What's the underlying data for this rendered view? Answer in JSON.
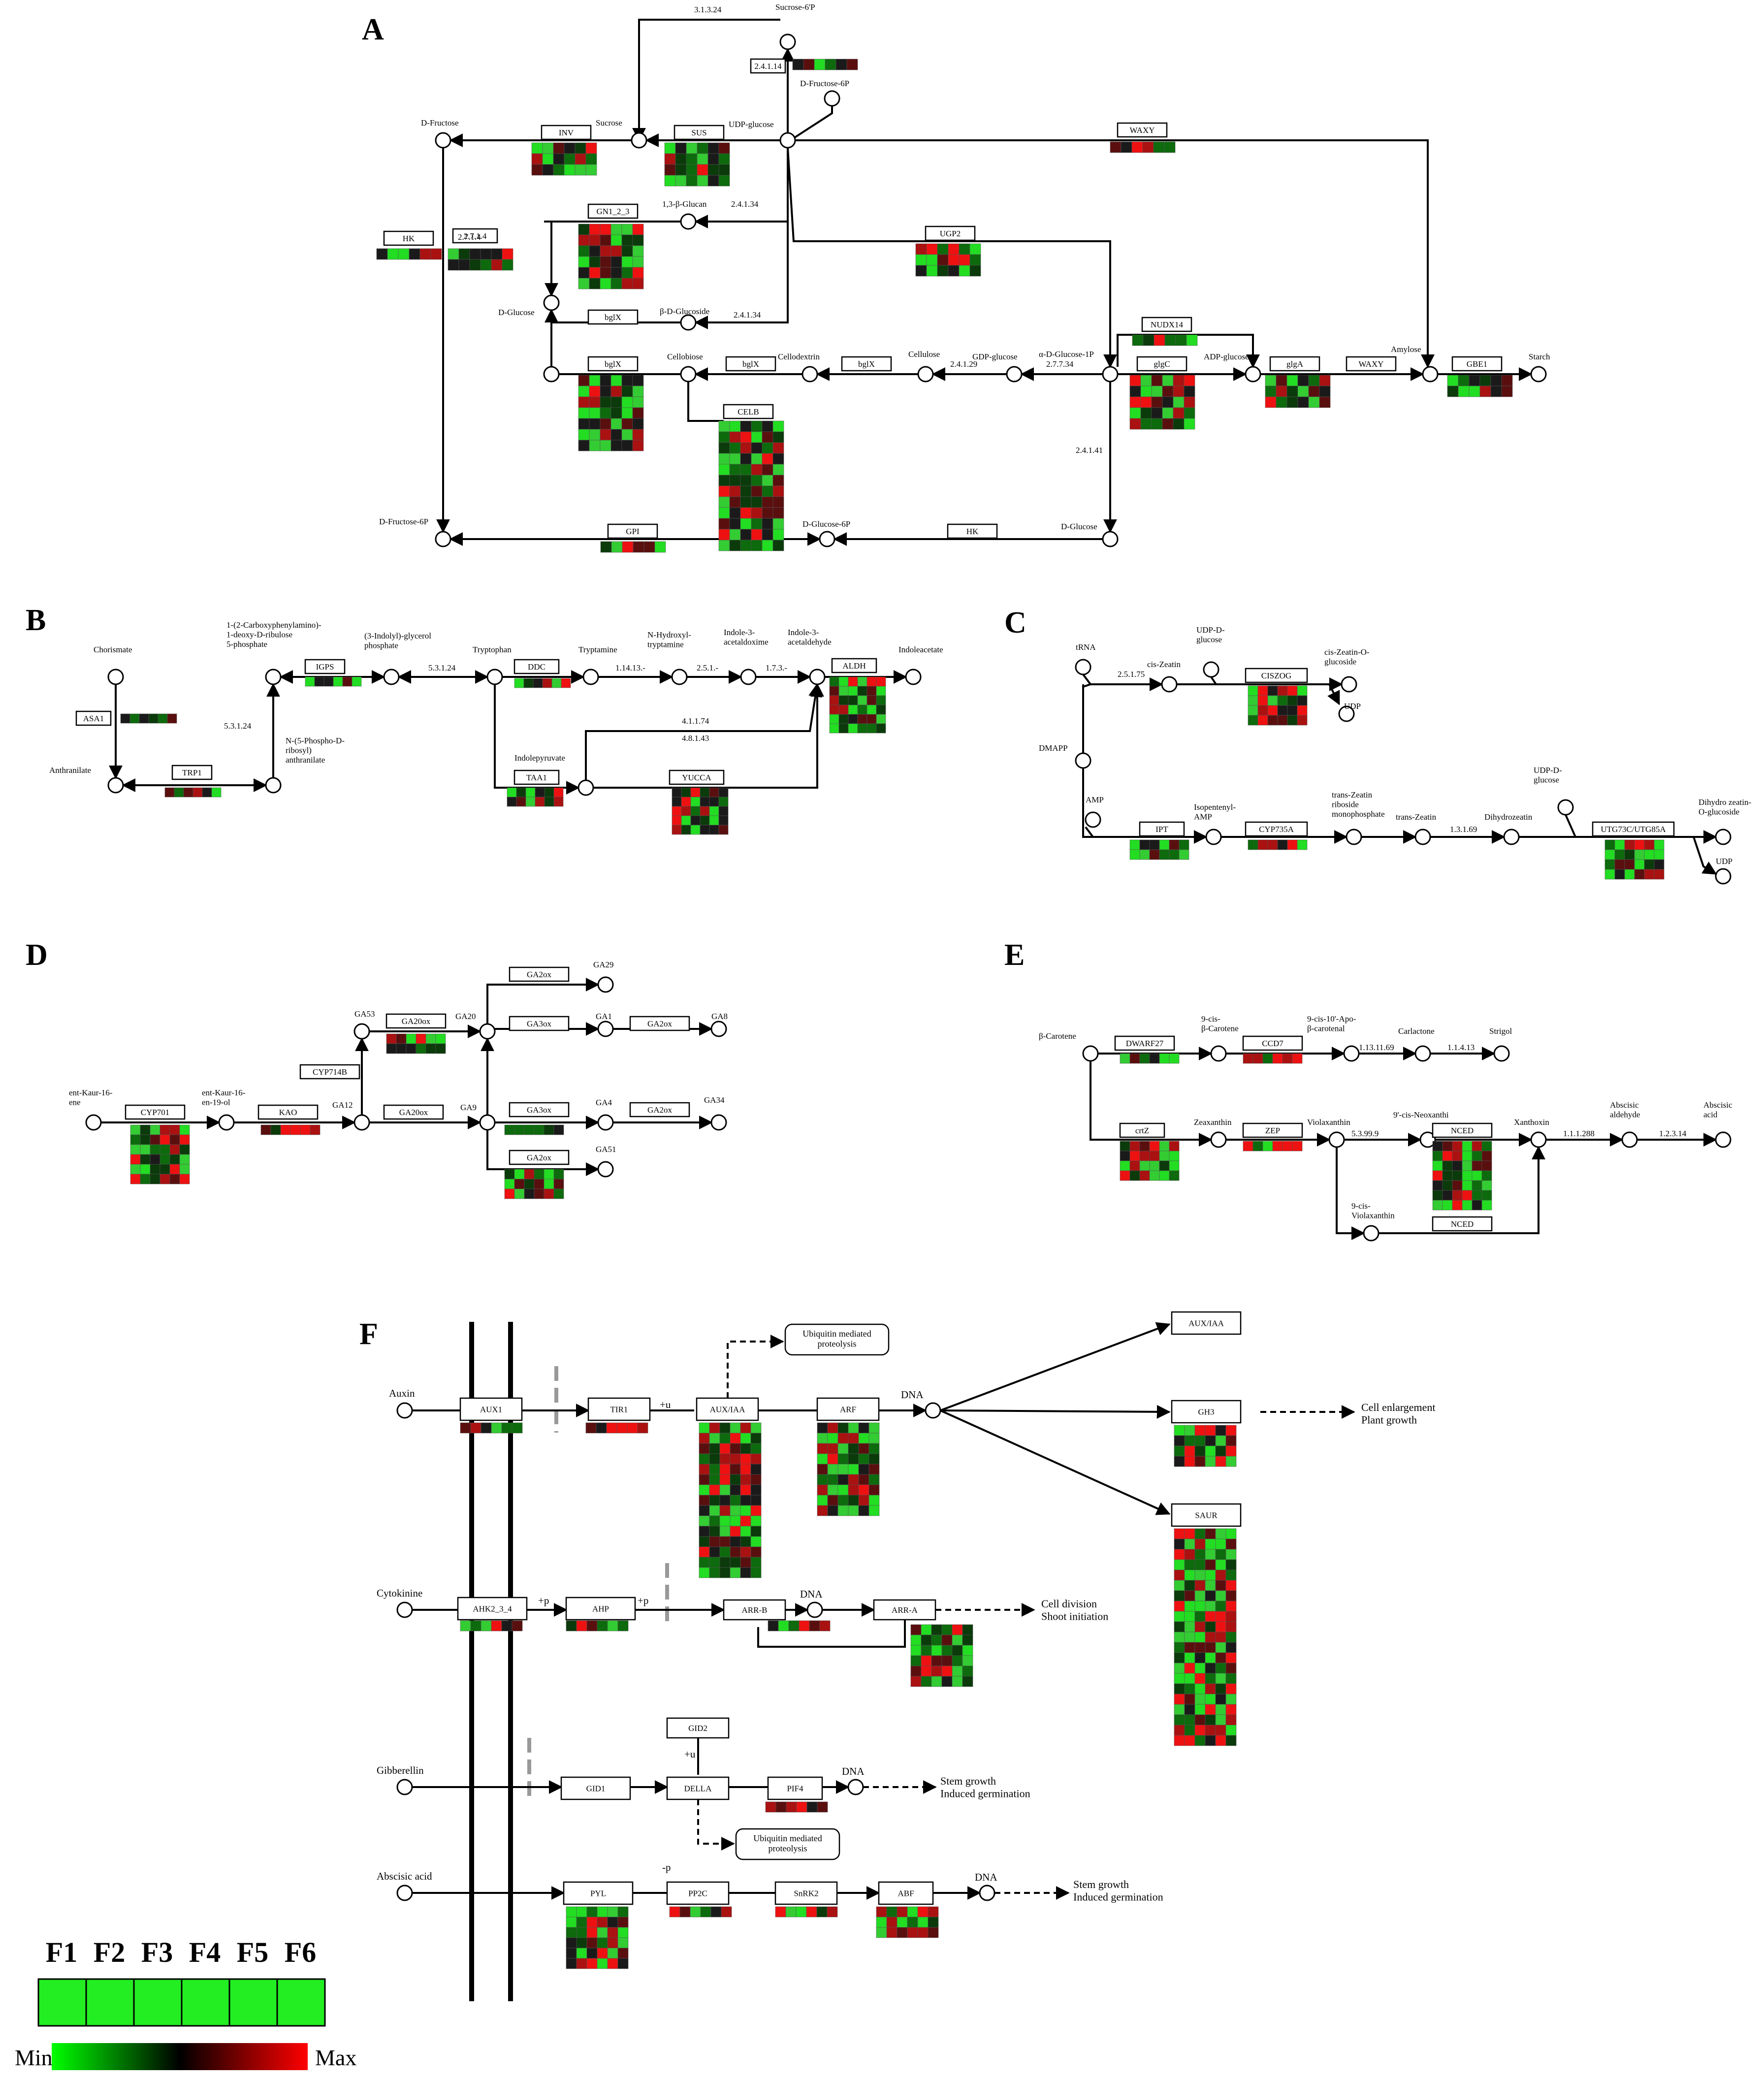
{
  "panels": {
    "A": "A",
    "B": "B",
    "C": "C",
    "D": "D",
    "E": "E",
    "F": "F"
  },
  "legend": {
    "samples": [
      "F1",
      "F2",
      "F3",
      "F4",
      "F5",
      "F6"
    ],
    "min_label": "Min",
    "max_label": "Max",
    "min_color": "#00ff00",
    "mid_color": "#000000",
    "max_color": "#ff0000"
  },
  "colors": {
    "green": "#22dd22",
    "darkgreen": "#0d4d0d",
    "black": "#1a1a1a",
    "darkred": "#6b0f0f",
    "red": "#ee1111"
  },
  "panelA": {
    "metabolites": {
      "sucrose6p": "Sucrose-6'P",
      "dfructose6p_top": "D-Fructose-6P",
      "dfructose": "D-Fructose",
      "sucrose": "Sucrose",
      "udpglucose": "UDP-glucose",
      "glucan": "1,3-β-Glucan",
      "dglucose": "D-Glucose",
      "bdglucoside": "β-D-Glucoside",
      "cellobiose": "Cellobiose",
      "cellodextrin": "Cellodextrin",
      "cellulose": "Cellulose",
      "gdpglucose": "GDP-glucose",
      "adglucose1p": "α-D-Glucose-1P",
      "adpglucose": "ADP-glucose",
      "amylose": "Amylose",
      "starch": "Starch",
      "dfructose6p_bottom": "D-Fructose-6P",
      "dglucose6p": "D-Glucose-6P",
      "dglucose_right": "D-Glucose"
    },
    "ec": {
      "e1": "3.1.3.24",
      "e2": "2.4.1.14",
      "e3": "2.7.1.4",
      "e4": "2.4.1.34",
      "e5": "2.4.1.34",
      "e6": "2.4.1.29",
      "e7": "2.7.7.34",
      "e8": "2.4.1.41"
    },
    "genes": {
      "inv": "INV",
      "sus": "SUS",
      "waxy1": "WAXY",
      "hk1": "HK",
      "gn": "GN1_2_3",
      "ugp2": "UGP2",
      "bglx1": "bglX",
      "nudx14": "NUDX14",
      "bglx2": "bglX",
      "bglx3": "bglX",
      "bglx4": "bglX",
      "glgc": "glgC",
      "glga": "glgA",
      "waxy2": "WAXY",
      "gbe1": "GBE1",
      "celb": "CELB",
      "gpi": "GPI",
      "hk2": "HK"
    }
  },
  "panelB": {
    "metabolites": {
      "chorismate": "Chorismate",
      "anthranilate": "Anthranilate",
      "cdrp": "1-(2-Carboxyphenylamino)-\n1-deoxy-D-ribulose\n5-phosphate",
      "igp": "(3-Indolyl)-glycerol\nphosphate",
      "prant": "N-(5-Phospho-D-\nribosyl)\nanthranilate",
      "tryptophan": "Tryptophan",
      "tryptamine": "Tryptamine",
      "nhydroxyl": "N-Hydroxyl-\ntryptamine",
      "iaox": "Indole-3-\nacetaldoxime",
      "iaald": "Indole-3-\nacetaldehyde",
      "iaa": "Indoleacetate",
      "ipya": "Indolepyruvate"
    },
    "ec": {
      "e1": "5.3.1.24",
      "e2": "5.3.1.24",
      "e3": "1.14.13.-",
      "e4": "2.5.1.-",
      "e5": "1.7.3.-",
      "e6": "4.1.1.74",
      "e7": "4.8.1.43"
    },
    "genes": {
      "asa1": "ASA1",
      "trp1": "TRP1",
      "igps": "IGPS",
      "ddc": "DDC",
      "aldh": "ALDH",
      "taa1": "TAA1",
      "yucca": "YUCCA"
    }
  },
  "panelC": {
    "metabolites": {
      "trna": "tRNA",
      "cisz": "cis-Zeatin",
      "udpd1": "UDP-D-\nglucose",
      "ciszog": "cis-Zeatin-O-\nglucoside",
      "udp1": "UDP",
      "dmapp": "DMAPP",
      "amp": "AMP",
      "ipamp": "Isopentenyl-\nAMP",
      "tzrmp": "trans-Zeatin\nriboside\nmonophosphate",
      "tz": "trans-Zeatin",
      "dhz": "Dihydrozeatin",
      "udpd2": "UDP-D-\nglucose",
      "dhzog": "Dihydro zeatin-\nO-glucoside",
      "udp2": "UDP"
    },
    "ec": {
      "e1": "2.5.1.75",
      "e2": "1.3.1.69"
    },
    "genes": {
      "ciszog": "CISZOG",
      "ipt": "IPT",
      "cyp735a": "CYP735A",
      "utg": "UTG73C/UTG85A"
    }
  },
  "panelD": {
    "metabolites": {
      "entkaurene": "ent-Kaur-16-\nene",
      "entkaurenol": "ent-Kaur-16-\nen-19-ol",
      "ga12": "GA12",
      "ga53": "GA53",
      "ga20": "GA20",
      "ga9": "GA9",
      "ga29": "GA29",
      "ga1": "GA1",
      "ga8": "GA8",
      "ga4": "GA4",
      "ga34": "GA34",
      "ga51": "GA51"
    },
    "genes": {
      "cyp701": "CYP701",
      "kao": "KAO",
      "cyp714b": "CYP714B",
      "ga20ox1": "GA20ox",
      "ga20ox2": "GA20ox",
      "ga2ox1": "GA2ox",
      "ga3ox1": "GA3ox",
      "ga2ox2": "GA2ox",
      "ga3ox2": "GA3ox",
      "ga2ox3": "GA2ox",
      "ga2ox4": "GA2ox"
    }
  },
  "panelE": {
    "metabolites": {
      "bcarotene": "β-Carotene",
      "ncarotene": "9-cis-\nβ-Carotene",
      "apo": "9-cis-10'-Apo-\nβ-carotenal",
      "carlactone": "Carlactone",
      "strigol": "Strigol",
      "zeaxanthin": "Zeaxanthin",
      "violaxanthin": "Violaxanthin",
      "neoxanthin": "9'-cis-Neoxanthi",
      "xanthoxin": "Xanthoxin",
      "abaald": "Abscisic\naldehyde",
      "aba": "Abscisic\nacid",
      "cisviola": "9-cis-\nViolaxanthin"
    },
    "ec": {
      "e1": "1.13.11.69",
      "e2": "1.1.4.13",
      "e3": "5.3.99.9",
      "e4": "1.1.1.288",
      "e5": "1.2.3.14"
    },
    "genes": {
      "dwarf27": "DWARF27",
      "ccd7": "CCD7",
      "crtz": "crtZ",
      "zep": "ZEP",
      "nced1": "NCED",
      "nced2": "NCED"
    }
  },
  "panelF": {
    "hormones": {
      "auxin": "Auxin",
      "cytokinine": "Cytokinine",
      "gibberellin": "Gibberellin",
      "aba": "Abscisic acid"
    },
    "genes": {
      "aux1": "AUX1",
      "tir1": "TIR1",
      "auxiaa": "AUX/IAA",
      "arf": "ARF",
      "auxiaa2": "AUX/IAA",
      "gh3": "GH3",
      "saur": "SAUR",
      "ahk": "AHK2_3_4",
      "ahp": "AHP",
      "arrb": "ARR-B",
      "arra": "ARR-A",
      "gid2": "GID2",
      "gid1": "GID1",
      "della": "DELLA",
      "pif4": "PIF4",
      "pyl": "PYL",
      "pp2c": "PP2C",
      "snrk2": "SnRK2",
      "abf": "ABF"
    },
    "labels": {
      "u1": "+u",
      "u2": "+u",
      "p1": "+p",
      "p2": "+p",
      "mp": "-p",
      "dna1": "DNA",
      "dna2": "DNA",
      "dna3": "DNA",
      "dna4": "DNA",
      "ubq1": "Ubiquitin mediated\nproteolysis",
      "ubq2": "Ubiquitin mediated\nproteolysis",
      "out1": "Cell enlargement\nPlant growth",
      "out2": "Cell division\nShoot initiation",
      "out3": "Stem growth\nInduced germination",
      "out4": "Stem growth\nInduced germination"
    }
  }
}
